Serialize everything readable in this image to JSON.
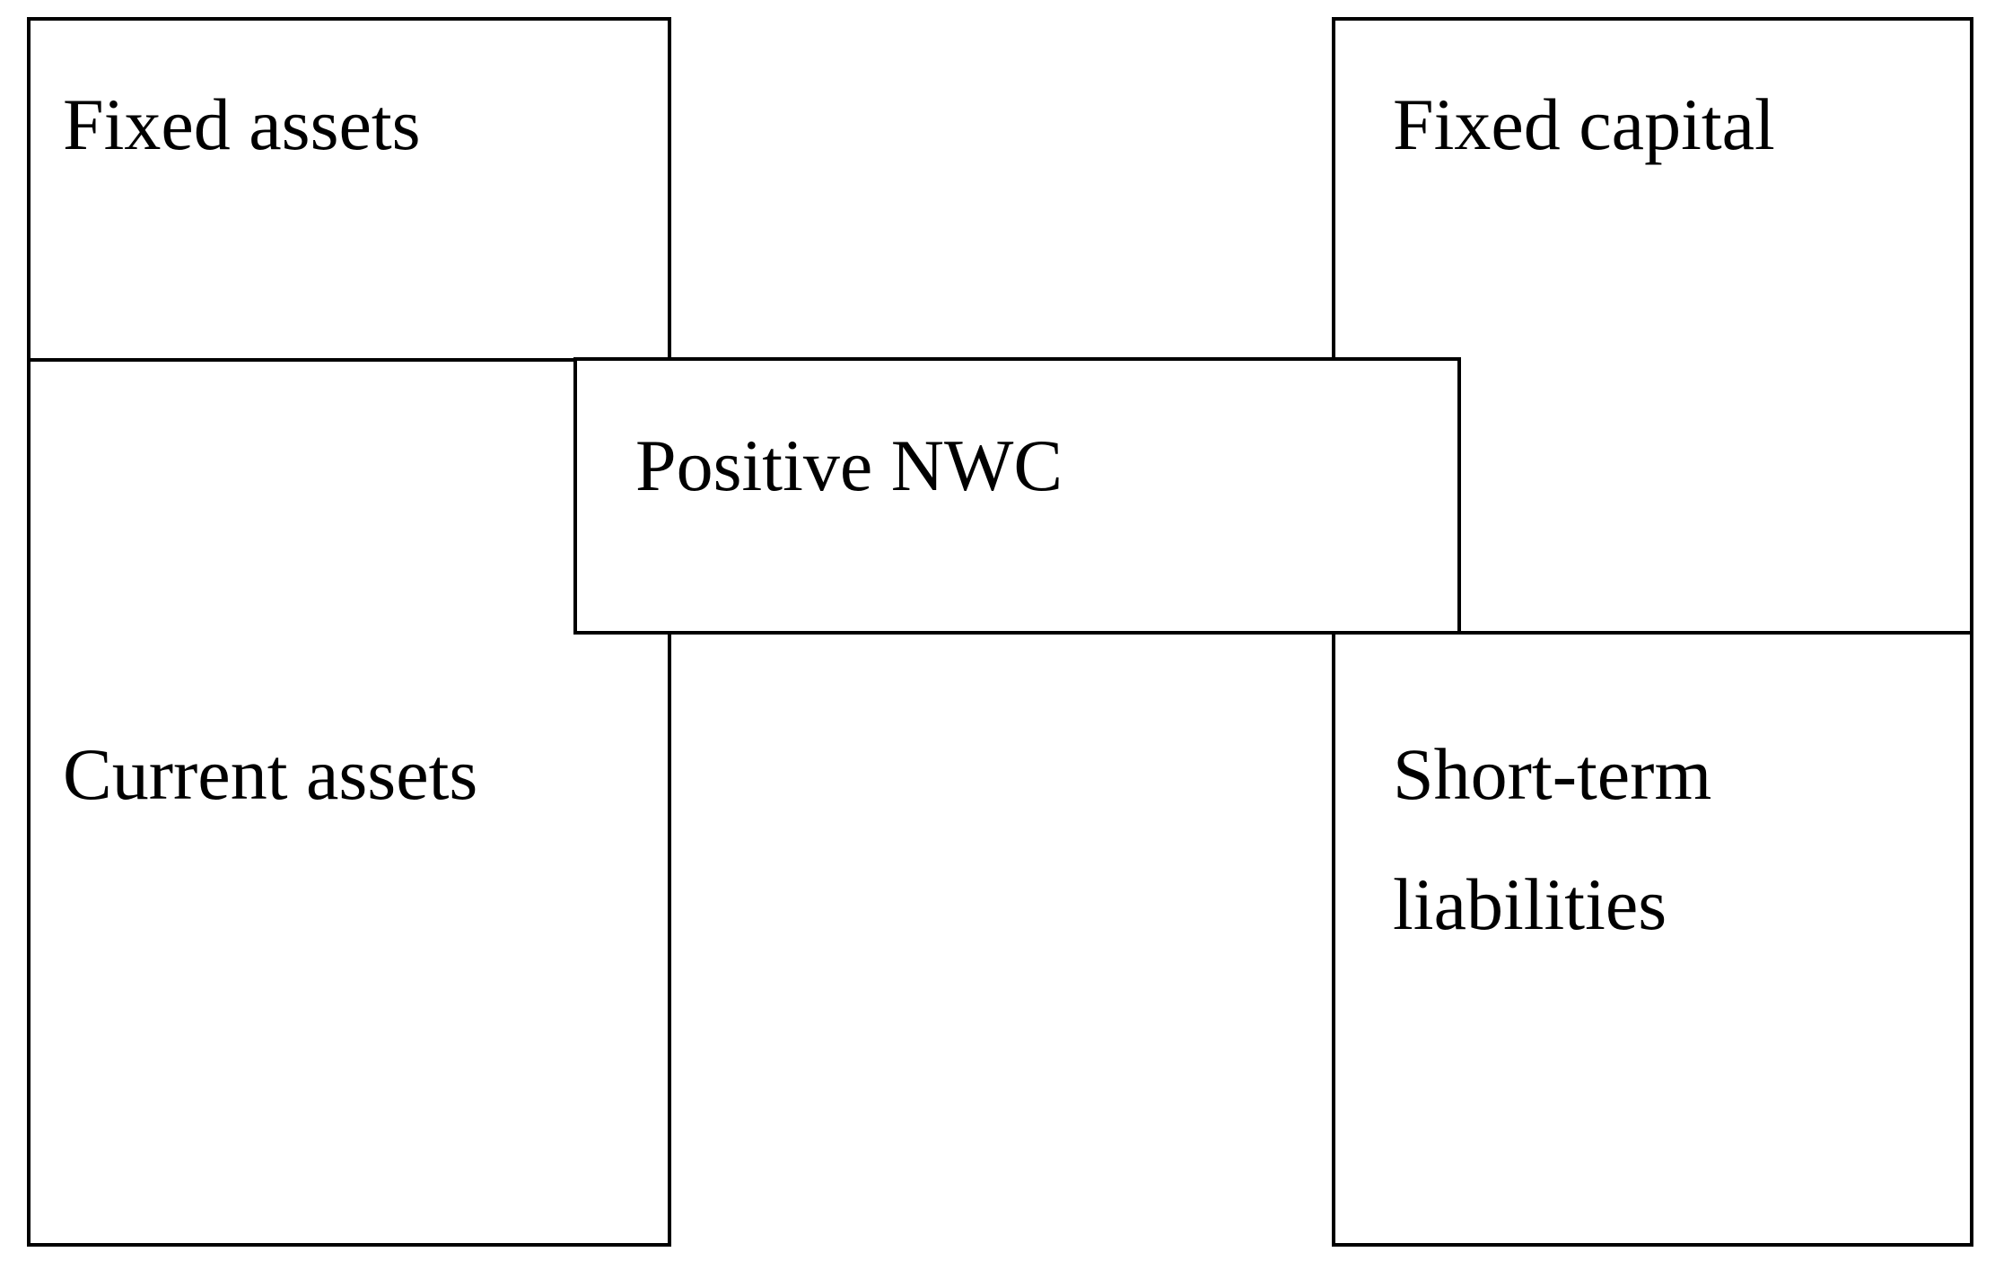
{
  "diagram": {
    "left_column": {
      "fixed_assets": "Fixed assets",
      "current_assets": "Current assets"
    },
    "right_column": {
      "fixed_capital": "Fixed capital",
      "short_term_liabilities": "Short-term liabilities"
    },
    "middle": {
      "nwc": "Positive NWC"
    },
    "colors": {
      "stroke": "#000000",
      "background": "#ffffff"
    }
  }
}
